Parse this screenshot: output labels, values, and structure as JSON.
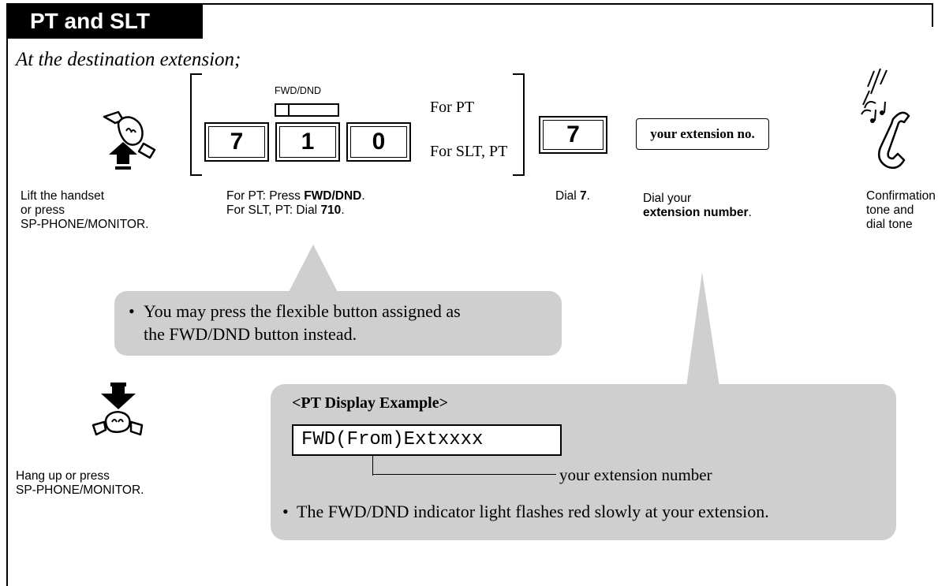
{
  "header": {
    "title": "PT and SLT"
  },
  "subtitle": "At the destination extension;",
  "fwd_dnd_button_label": "FWD/DND",
  "keys": [
    "7",
    "1",
    "0"
  ],
  "for_pt": "For PT",
  "for_slt_pt": "For SLT, PT",
  "dial_key": "7",
  "ext_box": "your extension no.",
  "step1": {
    "line1": "Lift the handset",
    "line2": "or press",
    "line3": "SP-PHONE/MONITOR."
  },
  "step2": {
    "line1_pre": "For PT: Press ",
    "line1_bold": "FWD/DND",
    "line1_post": ".",
    "line2_pre": "For SLT, PT: Dial ",
    "line2_bold": "710",
    "line2_post": "."
  },
  "step3": {
    "pre": "Dial ",
    "bold": "7",
    "post": "."
  },
  "step4": {
    "line1": "Dial your",
    "line2_bold": "extension number",
    "line2_post": "."
  },
  "step5": {
    "line1": "Confirmation",
    "line2": "tone and",
    "line3": "dial tone"
  },
  "note1": {
    "bullet": "•",
    "line1": "You may press the flexible button assigned as",
    "line2": "the FWD/DND button instead."
  },
  "hangup": {
    "line1": "Hang up or press",
    "line2": "SP-PHONE/MONITOR."
  },
  "display_example": {
    "title": "<PT Display Example>",
    "lcd_text": "FWD(From)Extxxxx",
    "pointer_label": "your extension number",
    "bullet": "•",
    "note": "The FWD/DND indicator light flashes red slowly at your extension."
  }
}
